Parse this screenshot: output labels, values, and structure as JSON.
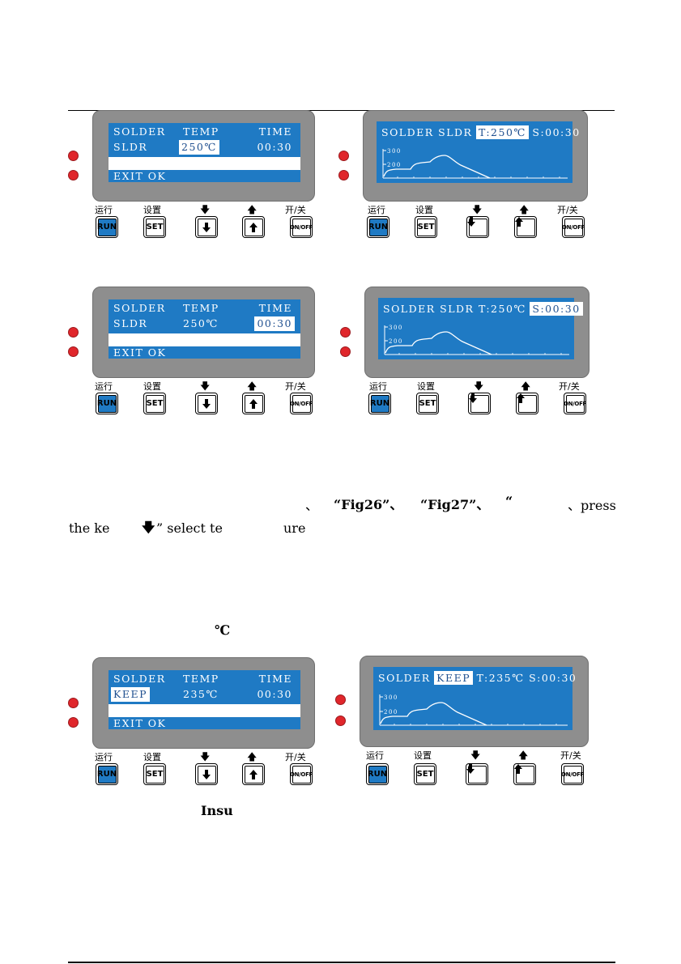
{
  "buttons": {
    "run_cn": "运行",
    "set_cn": "设置",
    "down_label": "🡇",
    "up_label": "🡅",
    "power_cn": "开/关",
    "run": "RUN",
    "set": "SET",
    "power": "ON/OFF"
  },
  "menu": {
    "col1": "SOLDER",
    "col2": "TEMP",
    "col3": "TIME",
    "exit": "EXIT OK"
  },
  "panels": [
    {
      "mode": "SLDR",
      "temp": "250℃",
      "time": "00:30",
      "hl": "temp"
    },
    {
      "mode": "SLDR",
      "temp": "250℃",
      "time": "00:30",
      "hl": "time"
    },
    {
      "mode": "KEEP",
      "temp": "235℃",
      "time": "00:30",
      "hl": "mode"
    }
  ],
  "graphs": [
    {
      "head1": "SOLDER SLDR",
      "temp_label": "T:250℃",
      "time_label": "S:00:30",
      "hl": "temp",
      "y_hi": "300",
      "y_lo": "200"
    },
    {
      "head1": "SOLDER SLDR",
      "temp_label": "T:250℃",
      "time_label": "S:00:30",
      "hl": "time",
      "y_hi": "300",
      "y_lo": "200"
    },
    {
      "head_solder": "SOLDER",
      "head_mode": "KEEP",
      "temp_label": "T:235℃",
      "time_label": "S:00:30",
      "hl": "mode",
      "y_hi": "300",
      "y_lo": "200"
    }
  ],
  "body": {
    "frag_a": "、",
    "frag_fig26": "“Fig26”、",
    "frag_fig27": "“Fig27”、",
    "frag_q": "“",
    "frag_press": "、press",
    "line2_a": "the ke",
    "line2_arrow": "🡇",
    "line2_b": "” select te",
    "line2_c": "ure",
    "degree": "℃",
    "insu": "Insu"
  }
}
